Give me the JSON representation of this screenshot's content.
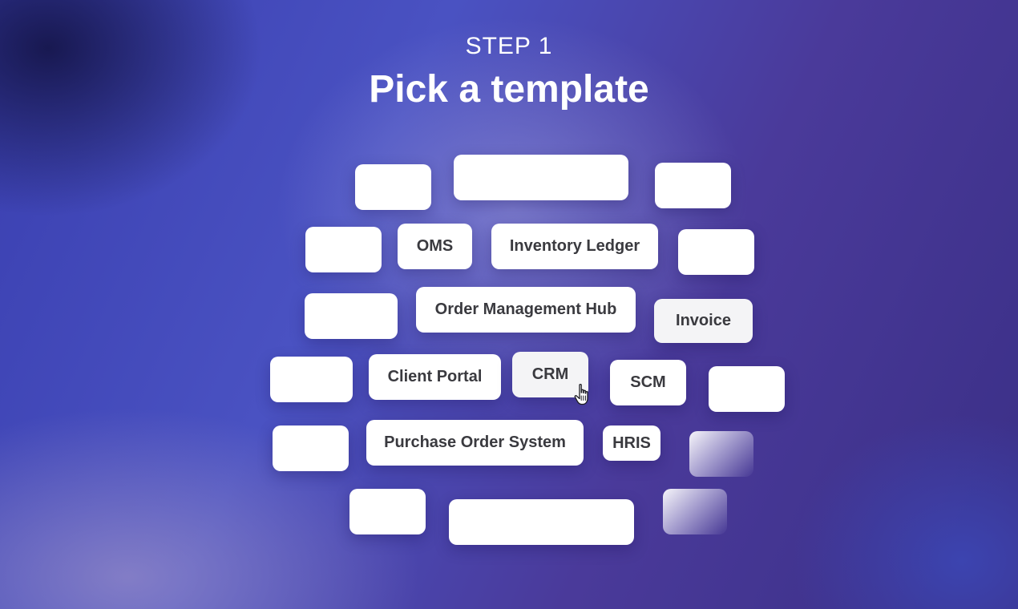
{
  "header": {
    "step": "STEP 1",
    "title": "Pick a template"
  },
  "templates": {
    "oms": "OMS",
    "inventory_ledger": "Inventory Ledger",
    "order_management_hub": "Order Management Hub",
    "invoice": "Invoice",
    "client_portal": "Client Portal",
    "crm": "CRM",
    "scm": "SCM",
    "purchase_order_system": "Purchase Order System",
    "hris": "HRIS"
  },
  "cursor": {
    "icon": "hand-pointer-icon"
  },
  "colors": {
    "card_text": "#3a3a3f",
    "background_primary": "#4a52c2",
    "background_secondary": "#3a2f86"
  }
}
